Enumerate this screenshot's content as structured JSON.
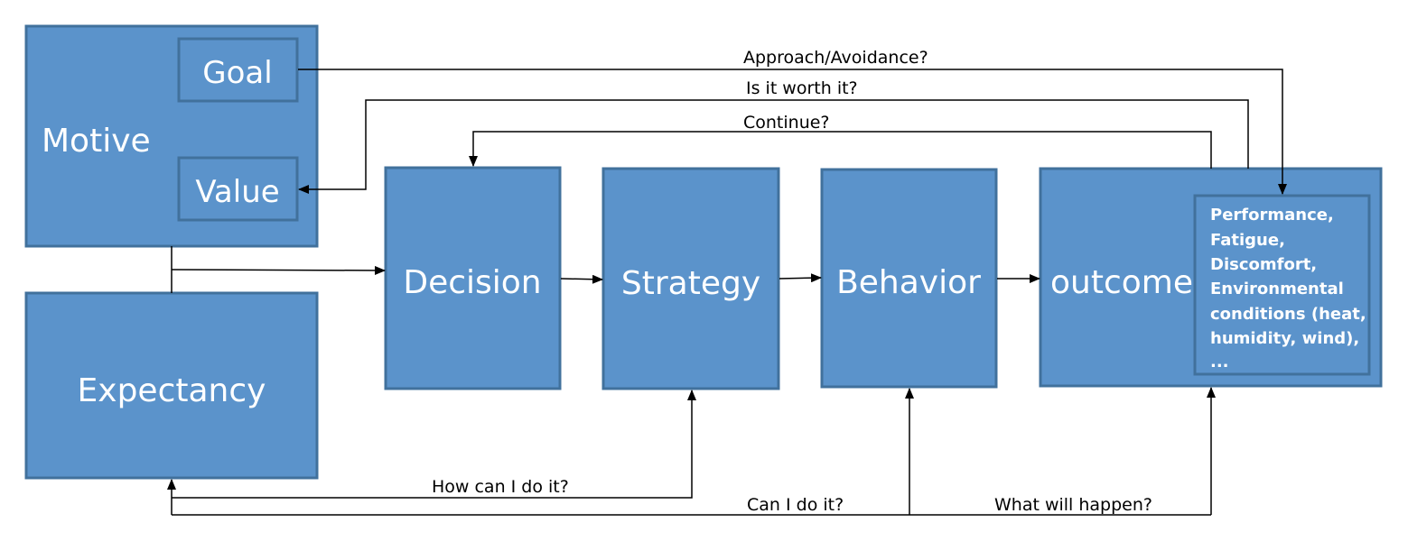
{
  "nodes": {
    "motive": "Motive",
    "goal": "Goal",
    "value": "Value",
    "expectancy": "Expectancy",
    "decision": "Decision",
    "strategy": "Strategy",
    "behavior": "Behavior",
    "outcome": "outcome",
    "outcome_details": [
      "Performance,",
      "Fatigue,",
      "Discomfort,",
      "Environmental",
      "conditions (heat,",
      "humidity, wind),",
      "..."
    ]
  },
  "edges": {
    "approach_avoidance": "Approach/Avoidance?",
    "worth_it": "Is it worth it?",
    "continue": "Continue?",
    "how_can_i": "How can I do it?",
    "can_i": "Can I do it?",
    "what_will_happen": "What will happen?"
  },
  "colors": {
    "box_fill": "#5b93cb",
    "box_stroke": "#41719c",
    "text": "#ffffff",
    "line": "#000000"
  }
}
